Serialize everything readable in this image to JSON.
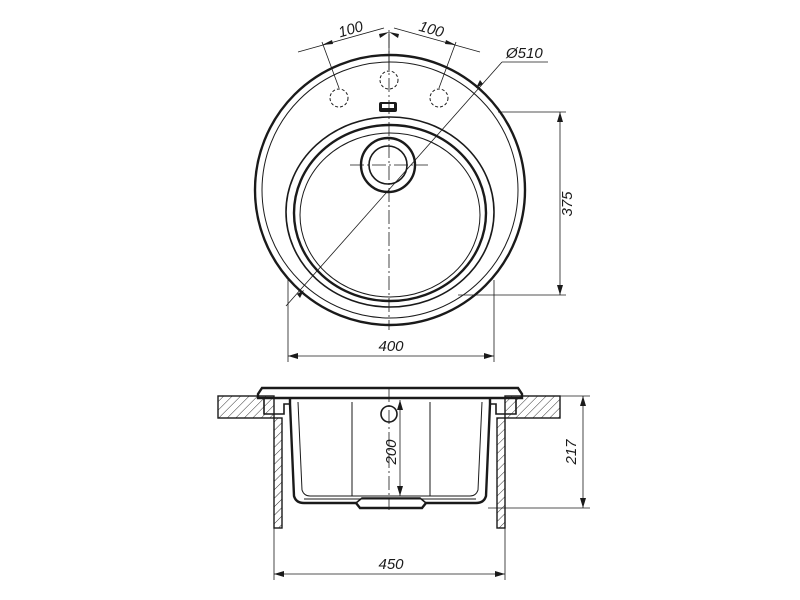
{
  "dimensions": {
    "hole_spacing_left": "100",
    "hole_spacing_right": "100",
    "outer_diameter": "Ø510",
    "bowl_depth_top": "375",
    "bowl_width": "400",
    "bowl_depth_section": "200",
    "total_height": "217",
    "overall_width": "450"
  }
}
